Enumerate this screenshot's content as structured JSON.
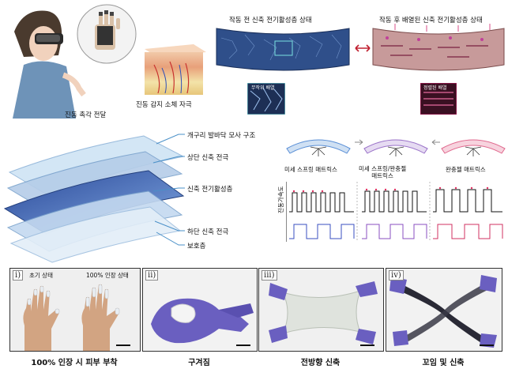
{
  "top": {
    "vibration_label": "진동 촉각 전달",
    "skin_label": "진동 감지 소체 자극",
    "before_title": "작동 전 신축 전기활성층 상태",
    "after_title": "작동 후 배열된 신축 전기활성층 상태",
    "inset_before": "무작위 배열",
    "inset_after": "정렬된 배열"
  },
  "layers": {
    "items": [
      "개구리 발바닥 모사 구조",
      "상단 신축 전극",
      "신축 전기활성층",
      "하단 신축 전극",
      "보호층"
    ]
  },
  "matrices": {
    "labels": [
      "미세 스프링 매트릭스",
      "미세 스프링/완충젤\n매트릭스",
      "완충젤 매트릭스"
    ],
    "axis_label": "진동가속도",
    "colors": {
      "micro_spring": "#5a8fd6",
      "hybrid": "#9a72c8",
      "buffer_gel": "#e06a8f"
    }
  },
  "panels": [
    {
      "index": "i)",
      "caption": "100% 인장 시 피부 부착",
      "sub_left": "초기 상태",
      "sub_right": "100% 인장 상태"
    },
    {
      "index": "ii)",
      "caption": "구겨짐"
    },
    {
      "index": "iii)",
      "caption": "전방향 신축"
    },
    {
      "index": "iv)",
      "caption": "꼬임 및 신축"
    }
  ]
}
